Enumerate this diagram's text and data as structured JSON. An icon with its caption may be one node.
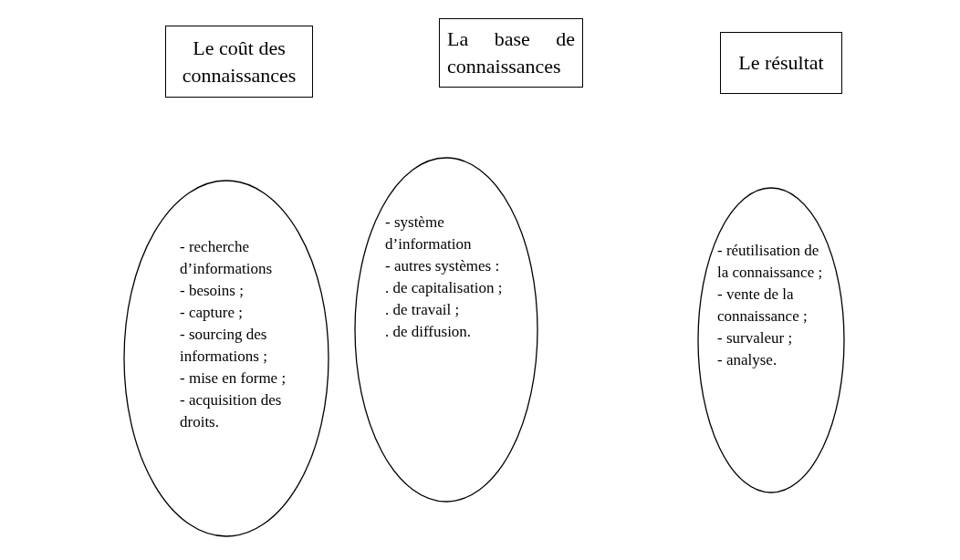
{
  "diagram": {
    "nodes": [
      {
        "text": [
          "Le coût des connaissances"
        ]
      },
      {
        "text": [
          "La base de connaissances"
        ]
      },
      {
        "text": [
          "Le résultat"
        ]
      },
      {
        "text": [
          "- recherche d’informations",
          "- besoins ;",
          "- capture ;",
          "- sourcing des informations ;",
          "- mise en forme ;",
          "- acquisition des droits."
        ]
      },
      {
        "text": [
          "- système d’information",
          "- autres systèmes :",
          ". de capitalisation ;",
          ". de travail ;",
          ". de diffusion."
        ]
      },
      {
        "text": [
          "- réutilisation de la connaissance ;",
          "- vente de la connaissance ;",
          "- survaleur ;",
          "- analyse."
        ]
      }
    ]
  }
}
